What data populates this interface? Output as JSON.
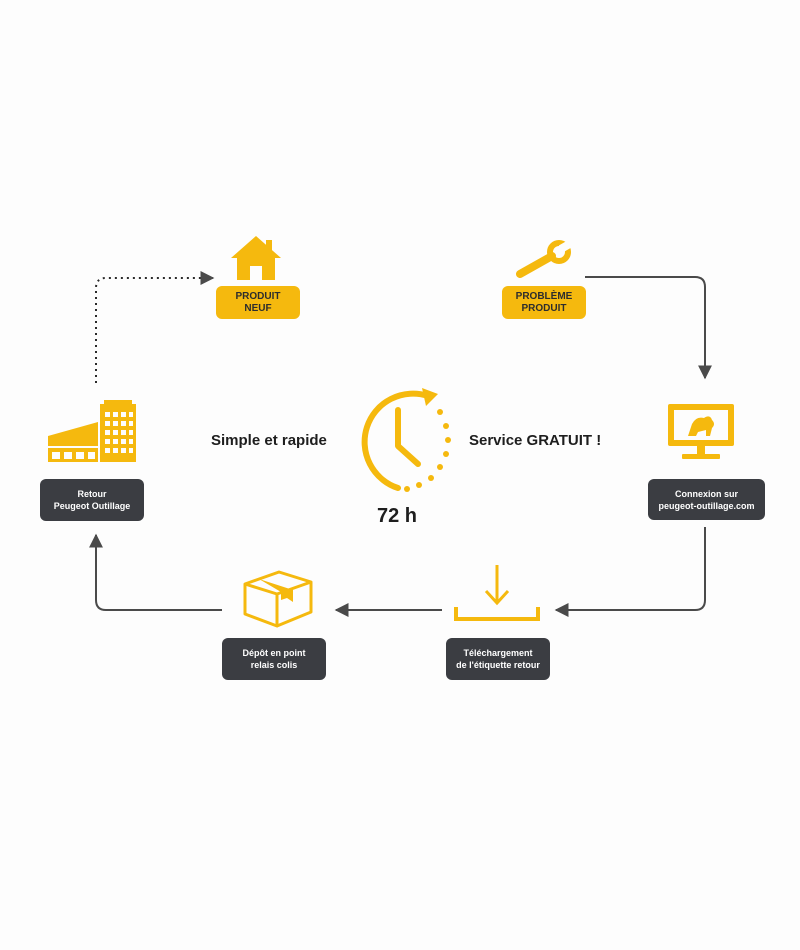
{
  "center": {
    "left_text": "Simple et rapide",
    "right_text": "Service GRATUIT !",
    "time": "72 h"
  },
  "steps": {
    "new_product": {
      "line1": "PRODUIT",
      "line2": "NEUF",
      "icon": "house-icon"
    },
    "problem": {
      "line1": "PROBLÈME",
      "line2": "PRODUIT",
      "icon": "wrench-icon"
    },
    "connect": {
      "line1": "Connexion sur",
      "line2": "peugeot-outillage.com",
      "icon": "monitor-lion-icon"
    },
    "download": {
      "line1": "Téléchargement",
      "line2": "de l'étiquette retour",
      "icon": "download-tray-icon"
    },
    "dropoff": {
      "line1": "Dépôt en point",
      "line2": "relais colis",
      "icon": "parcel-box-icon"
    },
    "return": {
      "line1": "Retour",
      "line2": "Peugeot Outillage",
      "icon": "factory-building-icon"
    }
  },
  "colors": {
    "accent": "#f5b90e",
    "dark_label": "#3b3d42",
    "arrow": "#4a4a4a"
  }
}
